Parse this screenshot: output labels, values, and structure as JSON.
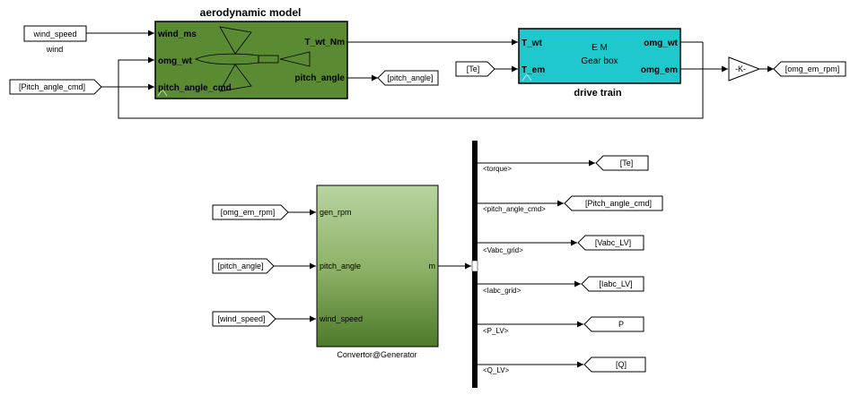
{
  "diagram": {
    "top": {
      "aero_title": "aerodynamic model",
      "aero_ports_in": [
        "wind_ms",
        "omg_wt",
        "pitch_angle_cmd"
      ],
      "aero_ports_out": [
        "T_wt_Nm",
        "pitch_angle"
      ],
      "drive_title": "drive train",
      "drive_name_1": "E M",
      "drive_name_2": "Gear box",
      "drive_ports_in": [
        "T_wt",
        "T_em"
      ],
      "drive_ports_out": [
        "omg_wt",
        "omg_em"
      ],
      "gain_label": "-K-",
      "wind_const": "wind_speed",
      "wind_const_caption": "wind",
      "from_pitch_cmd": "[Pitch_angle_cmd]",
      "goto_pitch_angle": "[pitch_angle]",
      "from_te": "[Te]",
      "goto_omg": "[omg_em_rpm]"
    },
    "bottom": {
      "block_title": "Convertor@Generator",
      "ports_in": [
        "gen_rpm",
        "pitch_angle",
        "wind_speed"
      ],
      "port_out": "m",
      "from_tags": [
        "[omg_em_rpm]",
        "[pitch_angle]",
        "[wind_speed]"
      ],
      "bus_signals": [
        "<torque>",
        "<pitch_angle_cmd>",
        "<Vabc_grid>",
        "<Iabc_grid>",
        "<P_LV>",
        "<Q_LV>"
      ],
      "goto_tags": [
        "[Te]",
        "[Pitch_angle_cmd]",
        "[Vabc_LV]",
        "[Iabc_LV]",
        "P",
        "[Q]"
      ]
    },
    "colors": {
      "aero_fill": "#5a8a32",
      "drive_fill": "#1ec8cc",
      "conv_top": "#b8d4a0",
      "conv_bottom": "#4e7a2a"
    }
  }
}
